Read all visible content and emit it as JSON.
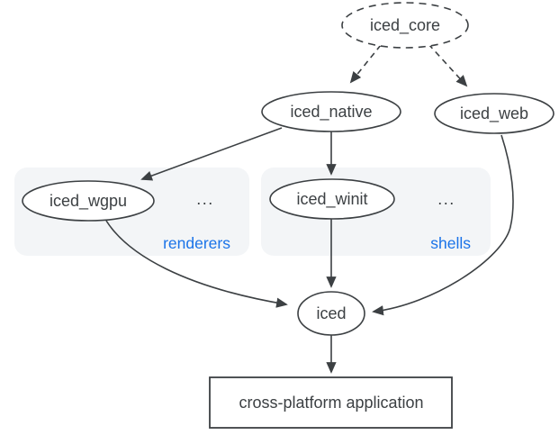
{
  "diagram": {
    "nodes": {
      "core": {
        "label": "iced_core"
      },
      "native": {
        "label": "iced_native"
      },
      "web": {
        "label": "iced_web"
      },
      "wgpu": {
        "label": "iced_wgpu"
      },
      "winit": {
        "label": "iced_winit"
      },
      "iced": {
        "label": "iced"
      },
      "app": {
        "label": "cross-platform application"
      }
    },
    "groups": {
      "renderers": {
        "label": "renderers",
        "ellipsis": "..."
      },
      "shells": {
        "label": "shells",
        "ellipsis": "..."
      }
    },
    "edges": [
      {
        "from": "iced_core",
        "to": "iced_native",
        "style": "dashed"
      },
      {
        "from": "iced_core",
        "to": "iced_web",
        "style": "dashed"
      },
      {
        "from": "iced_native",
        "to": "iced_wgpu",
        "style": "solid"
      },
      {
        "from": "iced_native",
        "to": "iced_winit",
        "style": "solid"
      },
      {
        "from": "iced_wgpu",
        "to": "iced",
        "style": "solid"
      },
      {
        "from": "iced_winit",
        "to": "iced",
        "style": "solid"
      },
      {
        "from": "iced_web",
        "to": "iced",
        "style": "solid"
      },
      {
        "from": "iced",
        "to": "cross-platform application",
        "style": "solid"
      }
    ],
    "colors": {
      "stroke": "#3c4043",
      "text": "#3c4043",
      "group_label_blue": "#1a73e8",
      "group_fill": "#f3f5f7",
      "background": "#ffffff"
    }
  }
}
